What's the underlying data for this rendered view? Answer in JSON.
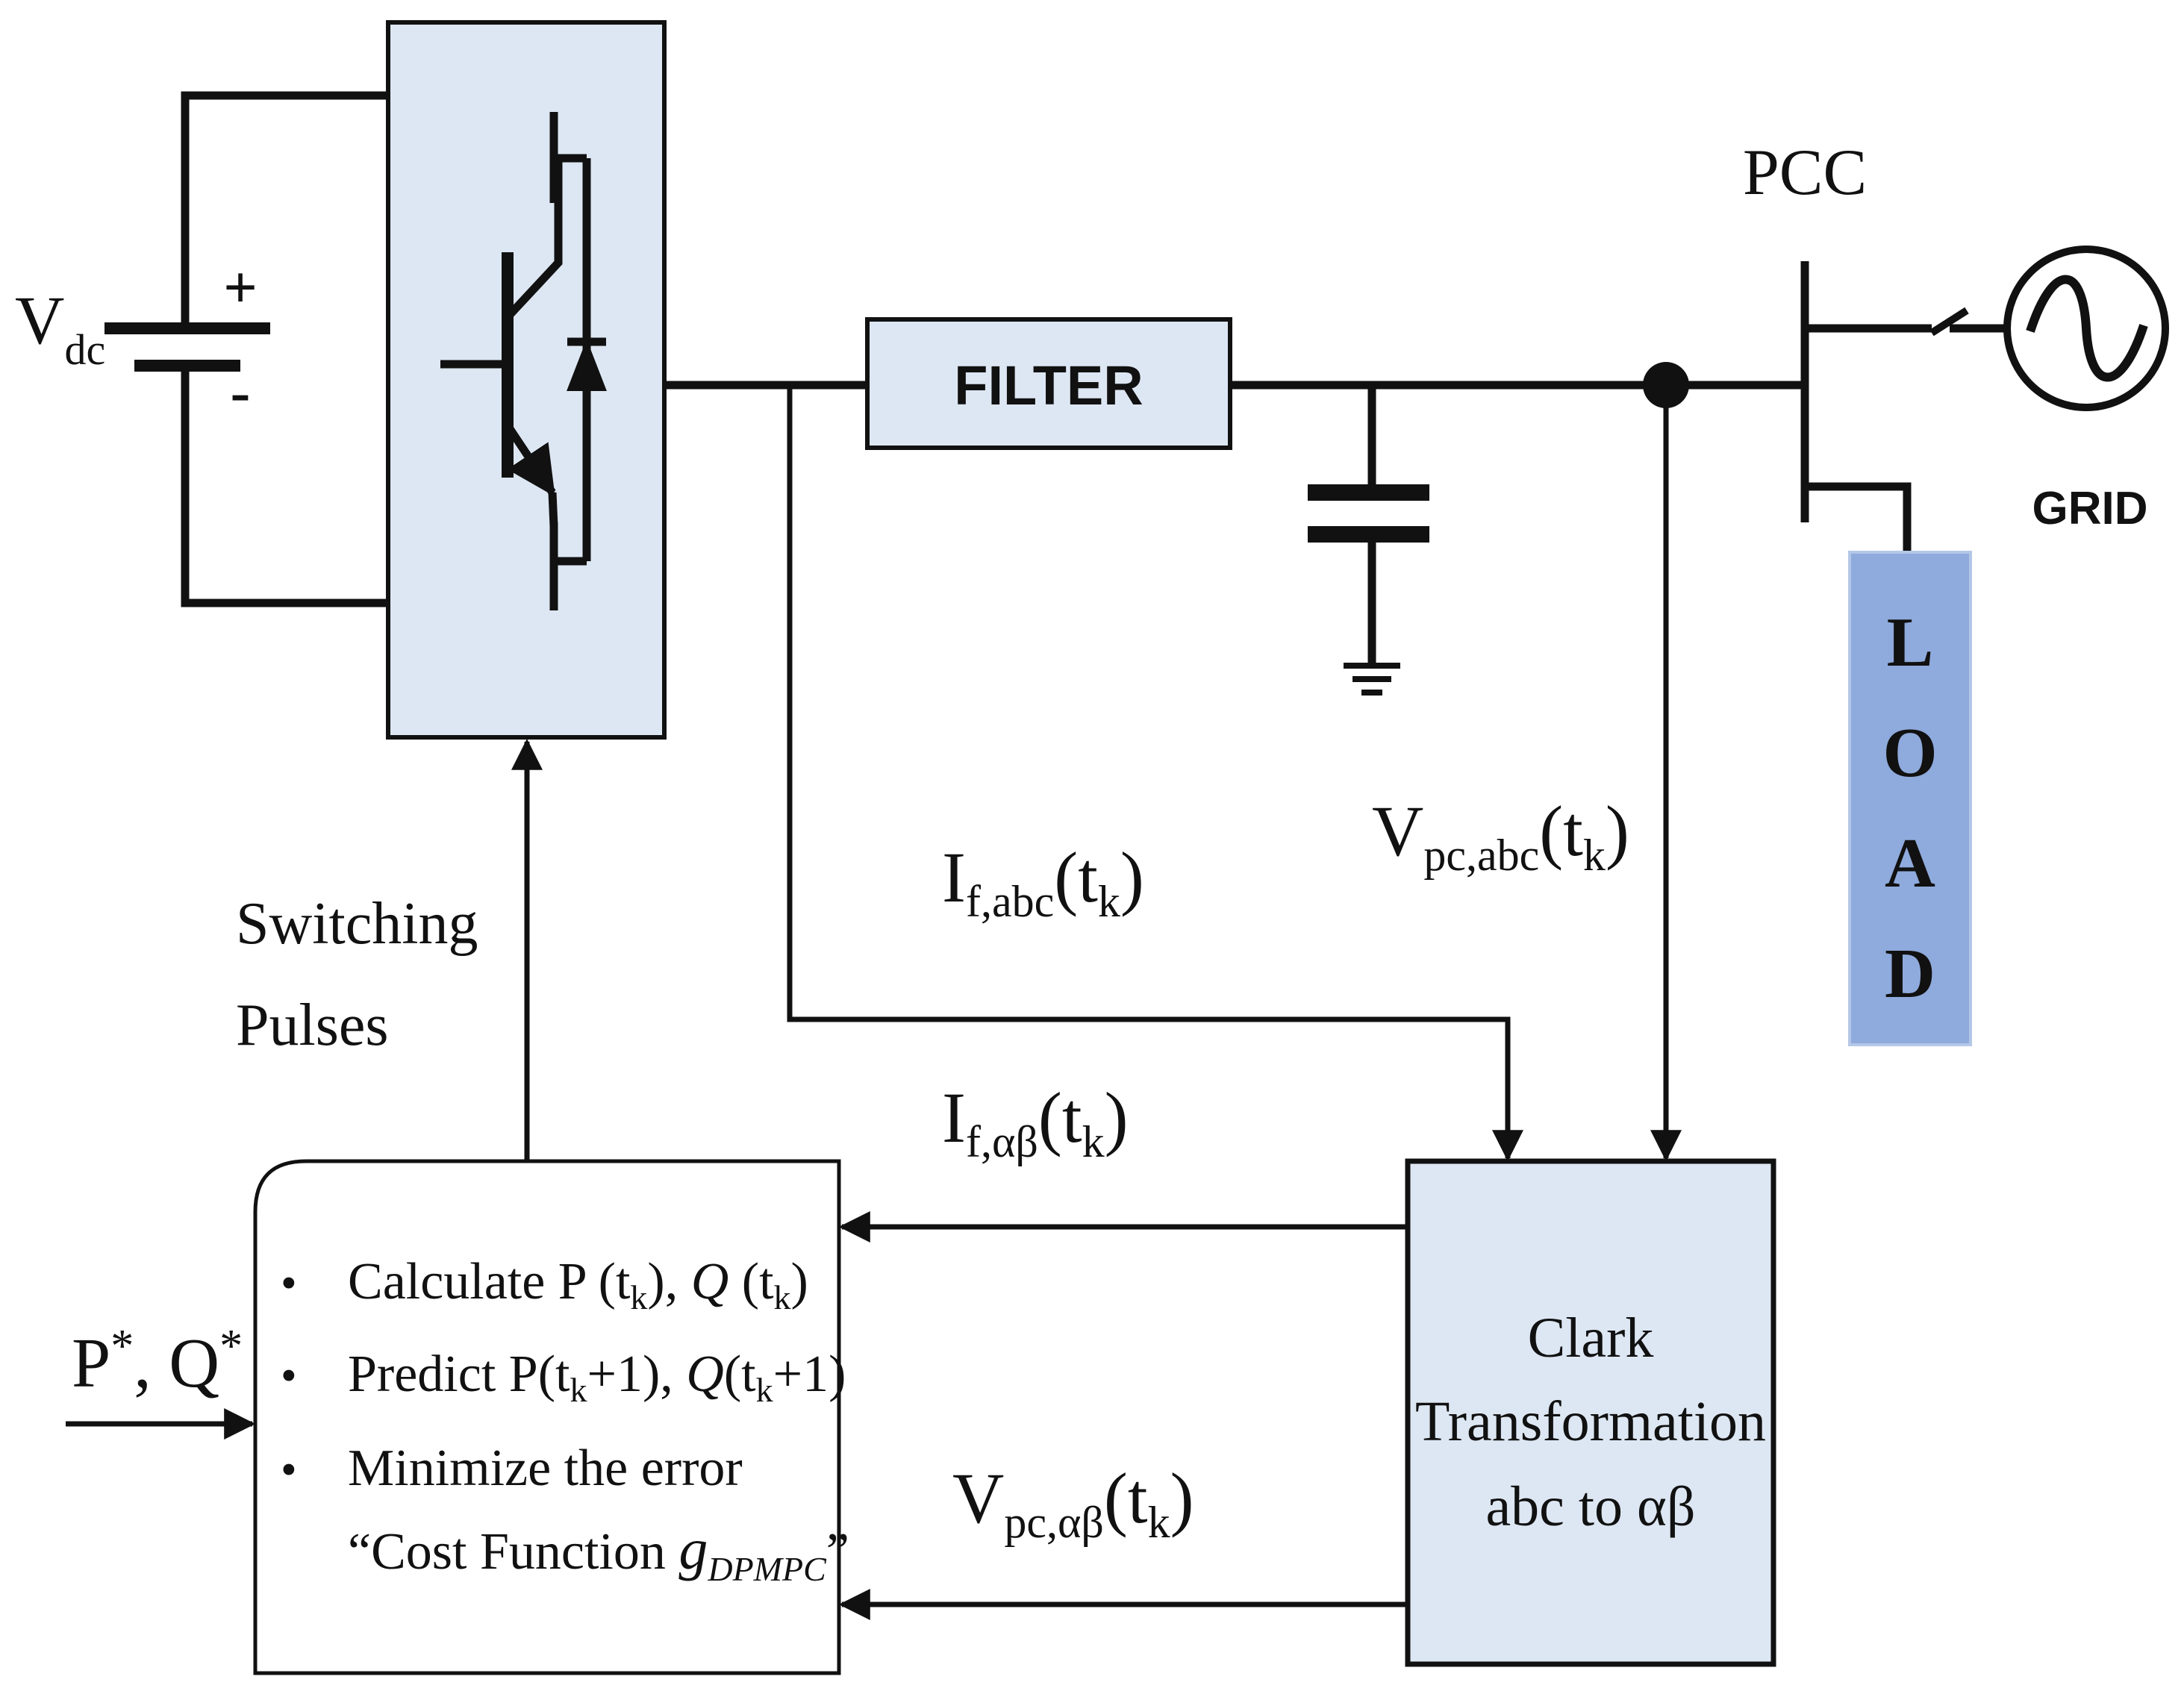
{
  "colors": {
    "block_fill": "#dde7f3",
    "load_fill": "#8faadc",
    "line": "#111111"
  },
  "dc_source": {
    "label_main": "V",
    "label_sub": "dc",
    "plus": "+",
    "minus": "-"
  },
  "pcc_label": "PCC",
  "grid_label": "GRID",
  "filter_label": "FILTER",
  "load_letters": [
    "L",
    "O",
    "A",
    "D"
  ],
  "switching": {
    "line1": "Switching",
    "line2": "Pulses"
  },
  "signals": {
    "if_abc": {
      "main": "I",
      "sub": "f,abc",
      "arg_open": "(t",
      "arg_sub": "k",
      "arg_close": ")"
    },
    "vpc_abc": {
      "main": "V",
      "sub": "pc,abc",
      "arg_open": "(t",
      "arg_sub": "k",
      "arg_close": ")"
    },
    "if_ab": {
      "main": "I",
      "sub": "f,αβ",
      "arg_open": "(t",
      "arg_sub": "k",
      "arg_close": ")"
    },
    "vpc_ab": {
      "main": "V",
      "sub": "pc,αβ",
      "arg_open": "(t",
      "arg_sub": "k",
      "arg_close": ")"
    }
  },
  "reference": {
    "p": "P",
    "star": "*",
    "sep": ", Q"
  },
  "controller": {
    "bullet": "•",
    "item1": {
      "a": "Calculate P (t",
      "a_sub": "k",
      "b": "), ",
      "q": "Q",
      "c": " (t",
      "c_sub": "k",
      "d": ")"
    },
    "item2": {
      "a": "Predict P(t",
      "a_sub": "k",
      "b": "+1), ",
      "q": "Q",
      "c": "(t",
      "c_sub": "k",
      "d": "+1)"
    },
    "item3": "Minimize the error",
    "item4": {
      "a": "“Cost Function ",
      "g": "g",
      "g_sub": "DPMPC",
      "b": "”"
    }
  },
  "clark": {
    "line1": "Clark",
    "line2": "Transformation",
    "line3": "abc to αβ"
  }
}
